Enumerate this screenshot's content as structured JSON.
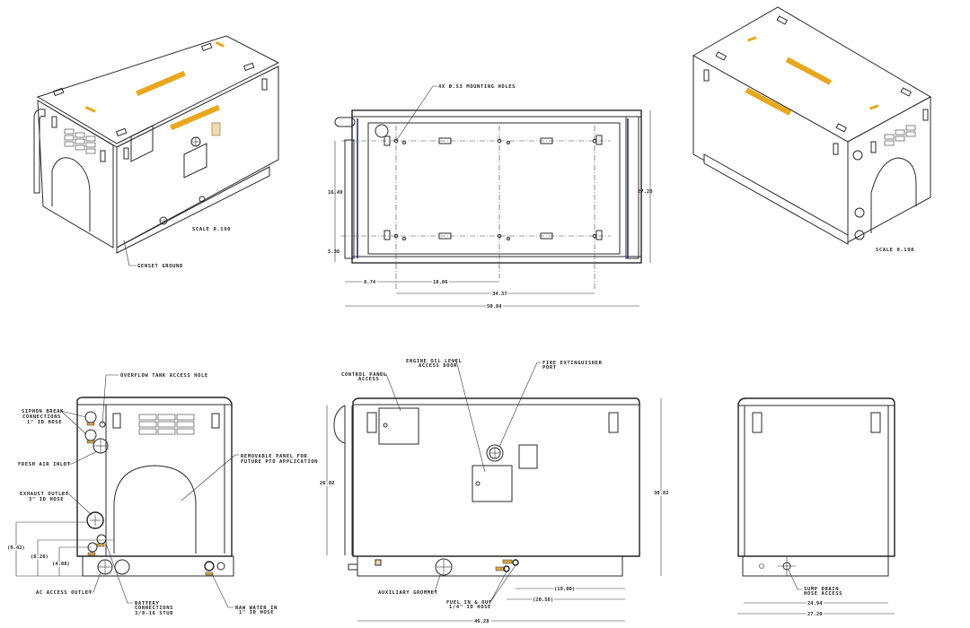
{
  "drawing": {
    "subject": "Marine genset sound enclosure dimensional drawing",
    "colors": {
      "line": "#2a2a2a",
      "accent_yellow": "#e8a81c",
      "frame_blue": "#2a2f8a",
      "background": "#ffffff"
    },
    "views": {
      "iso_left": {
        "scale_label": "SCALE  0.190",
        "callouts": [
          "GENSET GROUND"
        ]
      },
      "top": {
        "callouts": [
          "4X Ø.53 MOUNTING HOLES"
        ],
        "dimensions": {
          "width_overall": "50.84",
          "depth_overall": "27.20",
          "hole_span_long": "34.37",
          "hole_span_mid": "18.06",
          "hole_offset_left": "8.74",
          "hole_span_short": "16.49",
          "hole_offset_bottom": "5.36"
        }
      },
      "iso_right": {
        "scale_label": "SCALE  0.190"
      },
      "end_left": {
        "callouts": [
          "OVERFLOW TANK ACCESS HOLE",
          "SIPHON BREAK",
          "CONNECTIONS",
          "1\" ID HOSE",
          "FRESH AIR INLET",
          "REMOVABLE PANEL FOR",
          "FUTURE PTO APPLICATION",
          "EXHAUST OUTLET",
          "3\" ID HOSE",
          "AC ACCESS OUTLET",
          "BATTERY",
          "CONNECTIONS",
          "3/8-16 STUD",
          "RAW WATER IN",
          "1\" ID HOSE"
        ],
        "dimensions": {
          "exhaust_height": "(9.42)",
          "battery_height_upper": "(6.26)",
          "battery_height_lower": "(4.88)"
        }
      },
      "side": {
        "callouts": [
          "CONTROL PANEL",
          "ACCESS",
          "ENGINE OIL LEVEL",
          "ACCESS DOOR",
          "FIRE EXTINGUISHER",
          "PORT",
          "AUXILIARY GROMMET",
          "FUEL IN & OUT",
          "1/4\" ID HOSE"
        ],
        "dimensions": {
          "height_body": "26.02",
          "height_overall": "30.82",
          "length_overall": "46.28",
          "fuel_offset_1": "(19.00)",
          "fuel_offset_2": "(20.50)"
        }
      },
      "end_right": {
        "callouts": [
          "SUMP DRAIN",
          "HOSE ACCESS"
        ],
        "dimensions": {
          "width_inner": "24.94",
          "width_overall": "27.20"
        }
      }
    }
  }
}
